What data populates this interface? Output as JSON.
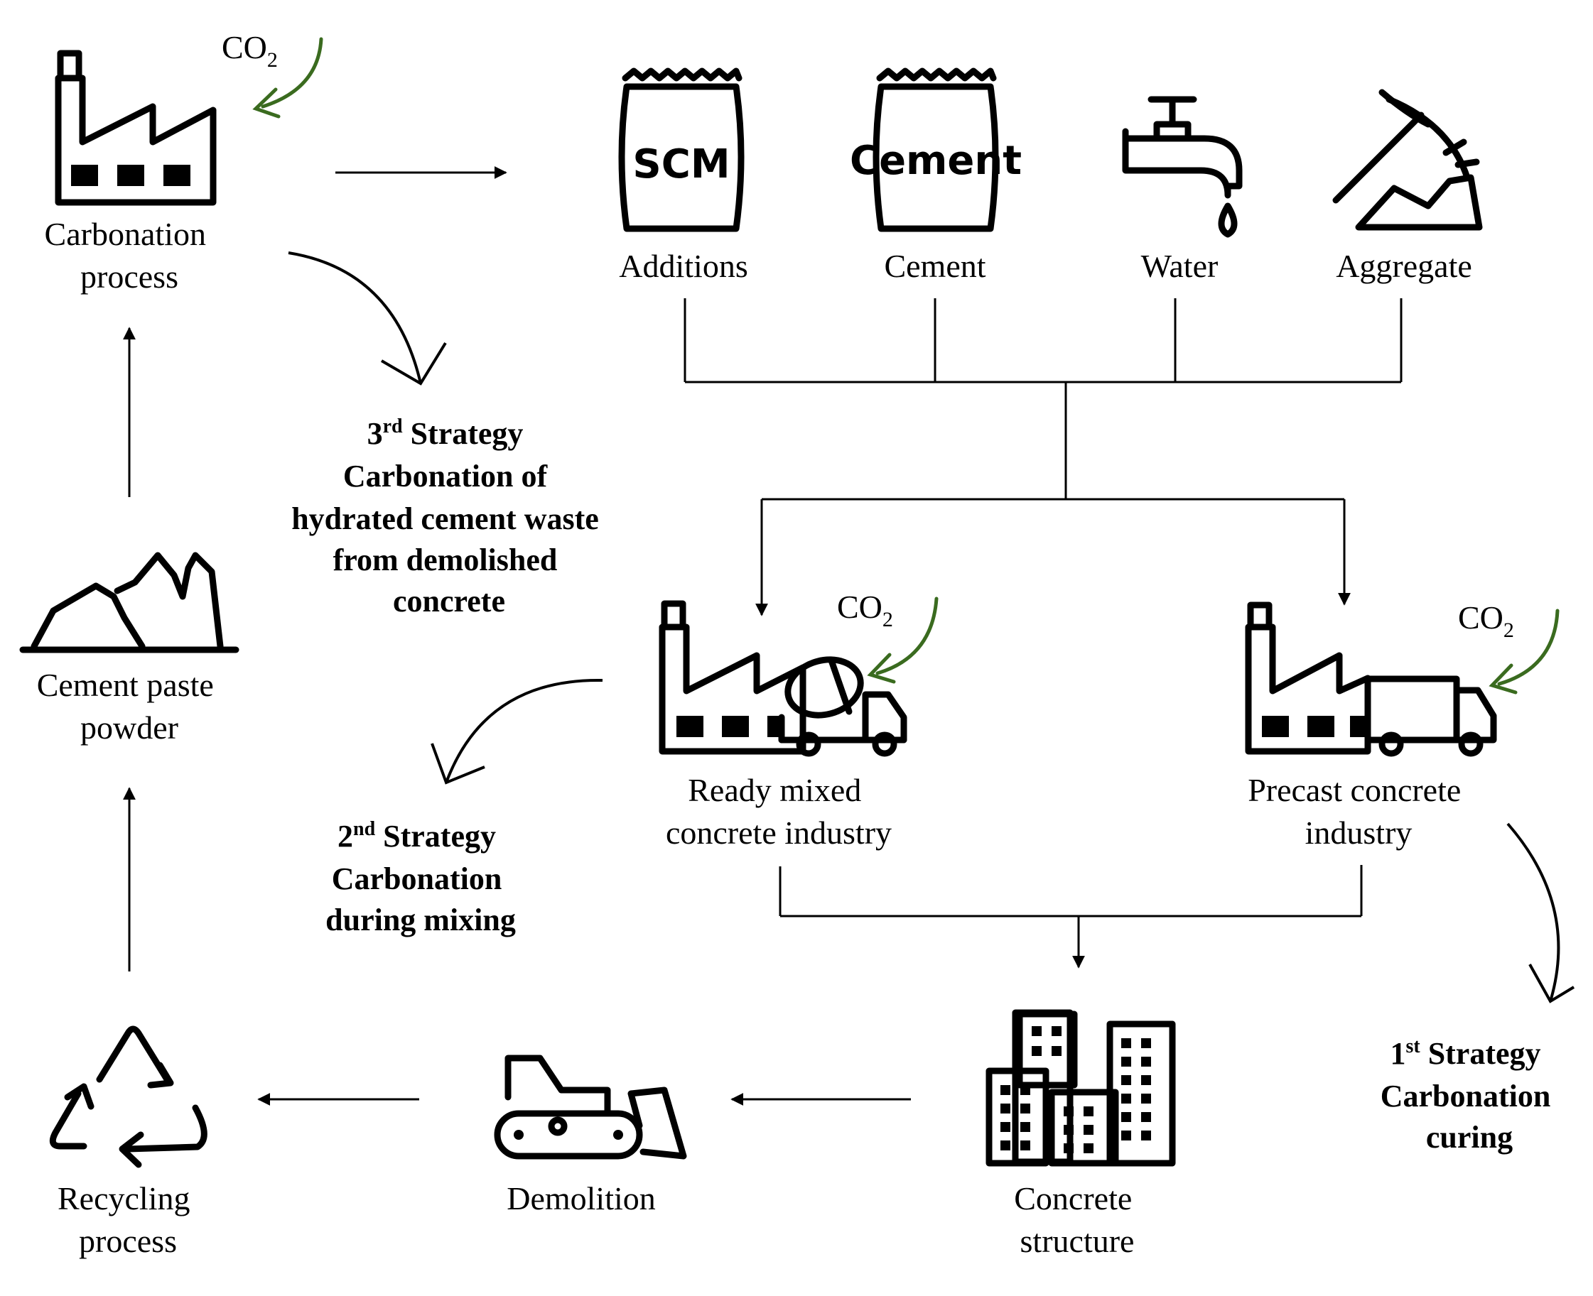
{
  "nodes": {
    "carbonation_process": [
      "Carbonation",
      "process"
    ],
    "additions": "Additions",
    "cement": "Cement",
    "water": "Water",
    "aggregate": "Aggregate",
    "ready_mixed": [
      "Ready mixed",
      "concrete industry"
    ],
    "precast": [
      "Precast concrete",
      "industry"
    ],
    "concrete_structure": [
      "Concrete",
      "structure"
    ],
    "demolition": "Demolition",
    "recycling": [
      "Recycling",
      "process"
    ],
    "cement_paste_powder": [
      "Cement paste",
      "powder"
    ]
  },
  "bag_labels": {
    "scm": "SCM",
    "cement": "Cement"
  },
  "co2": {
    "base": "CO",
    "sub": "2"
  },
  "strategies": {
    "first": {
      "num": "1",
      "sup": "st",
      "word": " Strategy",
      "lines": [
        "Carbonation",
        "curing"
      ]
    },
    "second": {
      "num": "2",
      "sup": "nd",
      "word": " Strategy",
      "lines": [
        "Carbonation",
        "during mixing"
      ]
    },
    "third": {
      "num": "3",
      "sup": "rd",
      "word": " Strategy",
      "lines": [
        "Carbonation of",
        "hydrated cement waste",
        "from demolished",
        "concrete"
      ]
    }
  },
  "colors": {
    "co2_arrow": "#3a6b1f",
    "ink": "#000000"
  },
  "icons": [
    "factory-icon",
    "bag-icon",
    "tap-icon",
    "pickaxe-icon",
    "mixer-truck-icon",
    "box-truck-icon",
    "buildings-icon",
    "bulldozer-icon",
    "recycle-icon",
    "rubble-icon"
  ]
}
